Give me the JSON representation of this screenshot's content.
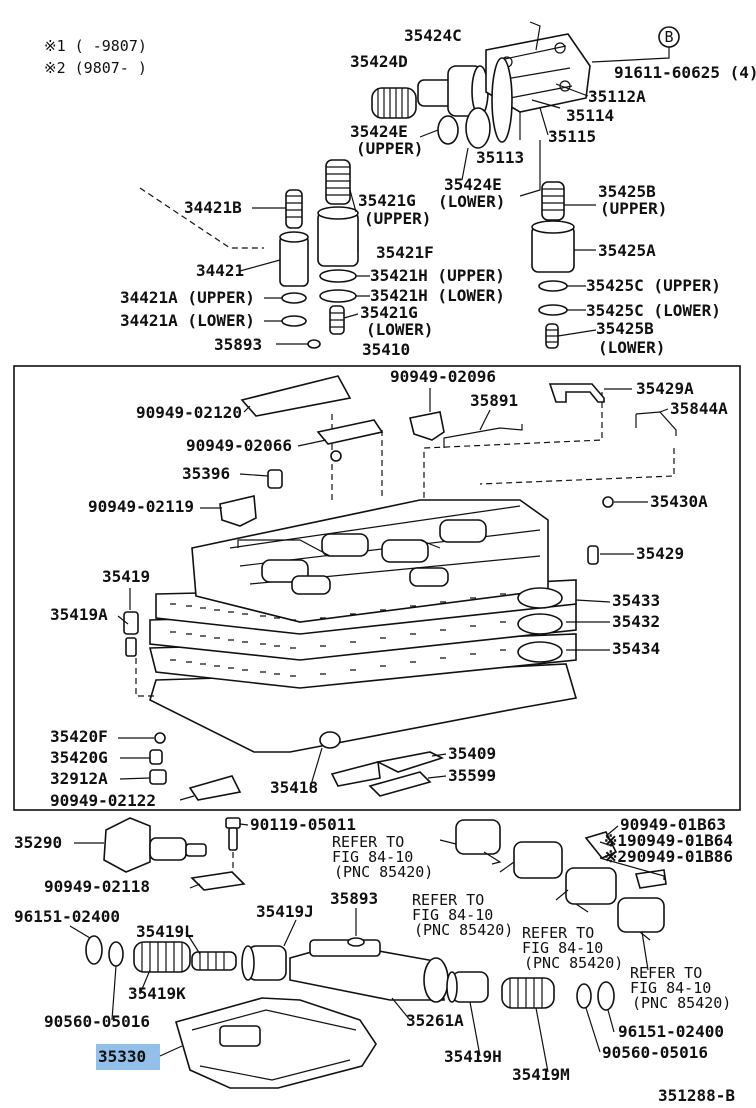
{
  "legend": {
    "note1": "※1 (    -9807)",
    "note2": "※2 (9807-    )"
  },
  "parts": {
    "p35424C": "35424C",
    "p35424D": "35424D",
    "pB": "B",
    "p91611": "91611-60625 (4)",
    "p35112A": "35112A",
    "p35114": "35114",
    "p35115": "35115",
    "p35113": "35113",
    "p35424E": "35424E",
    "p35424E_upper": "(UPPER)",
    "p35424E2": "35424E",
    "p35424E2_lower": "(LOWER)",
    "p34421B": "34421B",
    "p35421G": "35421G",
    "p35421G_upper": "(UPPER)",
    "p35425B": "35425B",
    "p35425B_upper": "(UPPER)",
    "p34421": "34421",
    "p35421F": "35421F",
    "p35425A": "35425A",
    "p35421H_upper": "35421H (UPPER)",
    "p35421H_lower": "35421H (LOWER)",
    "p34421A_upper": "34421A (UPPER)",
    "p34421A_lower": "34421A (LOWER)",
    "p35425C_upper": "35425C (UPPER)",
    "p35425C_lower": "35425C (LOWER)",
    "p35421G2": "35421G",
    "p35421G2_lower": "(LOWER)",
    "p35425B2": "35425B",
    "p35425B2_lower": "(LOWER)",
    "p35893": "35893",
    "p35410": "35410",
    "p90949_02096": "90949-02096",
    "p35429A": "35429A",
    "p90949_02120": "90949-02120",
    "p35891": "35891",
    "p35844A": "35844A",
    "p90949_02066": "90949-02066",
    "p35396": "35396",
    "p90949_02119": "90949-02119",
    "p35430A": "35430A",
    "p35429": "35429",
    "p35419": "35419",
    "p35419A": "35419A",
    "p35433": "35433",
    "p35432": "35432",
    "p35434": "35434",
    "p35420F": "35420F",
    "p35420G": "35420G",
    "p32912A": "32912A",
    "p90949_02122": "90949-02122",
    "p35418": "35418",
    "p35409": "35409",
    "p35599": "35599",
    "p35290": "35290",
    "p90119_05011": "90119-05011",
    "p90949_01B63": "90949-01B63",
    "p90949_01B64": "※190949-01B64",
    "p90949_01B86": "※290949-01B86",
    "p90949_02118": "90949-02118",
    "p96151_02400a": "96151-02400",
    "p35419J": "35419J",
    "p35893b": "35893",
    "p35419L": "35419L",
    "p35419K": "35419K",
    "p90560_05016a": "90560-05016",
    "p35261A": "35261A",
    "p35330": "35330",
    "p35419H": "35419H",
    "p35419M": "35419M",
    "p90560_05016b": "90560-05016",
    "p96151_02400b": "96151-02400",
    "diagram_id": "351288-B"
  },
  "refs": {
    "r1_a": "REFER TO",
    "r1_b": "FIG 84-10",
    "r1_c": "(PNC 85420)",
    "r2_a": "REFER TO",
    "r2_b": "FIG 84-10",
    "r2_c": "(PNC 85420)",
    "r3_a": "REFER TO",
    "r3_b": "FIG 84-10",
    "r3_c": "(PNC 85420)",
    "r4_a": "REFER TO",
    "r4_b": "FIG 84-10",
    "r4_c": "(PNC 85420)"
  },
  "colors": {
    "highlight": "#93c0ea",
    "ink": "#111111"
  },
  "selected_part": "35330"
}
